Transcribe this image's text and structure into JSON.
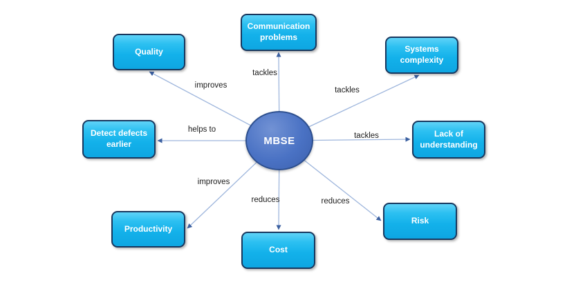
{
  "diagram": {
    "center": {
      "label": "MBSE"
    },
    "nodes": [
      {
        "label": "Quality",
        "relation": "improves"
      },
      {
        "label": "Communication problems",
        "relation": "tackles"
      },
      {
        "label": "Systems complexity",
        "relation": "tackles"
      },
      {
        "label": "Lack of understanding",
        "relation": "tackles"
      },
      {
        "label": "Risk",
        "relation": "reduces"
      },
      {
        "label": "Cost",
        "relation": "reduces"
      },
      {
        "label": "Productivity",
        "relation": "improves"
      },
      {
        "label": "Detect defects earlier",
        "relation": "helps to"
      }
    ],
    "colors": {
      "node_fill": "#13b1ea",
      "node_border": "#17375e",
      "center_fill": "#4a72c4",
      "center_border": "#2d4f8e",
      "connector_line": "#9db5dc",
      "arrowhead": "#3a5fa0",
      "edge_label_text": "#1a1a1a",
      "node_text": "#ffffff",
      "background": "#ffffff"
    }
  }
}
